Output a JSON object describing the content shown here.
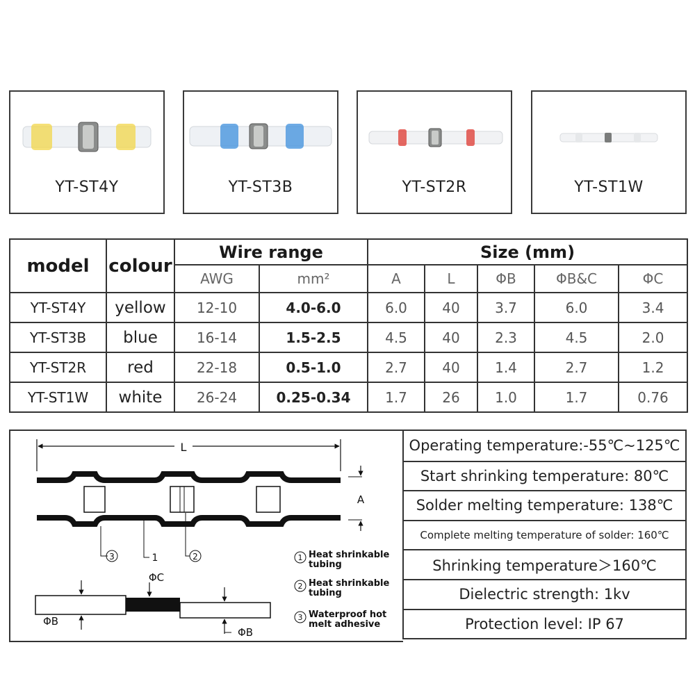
{
  "products": [
    {
      "label": "YT-ST4Y",
      "color": "#f2d64a"
    },
    {
      "label": "YT-ST3B",
      "color": "#3d8fdc"
    },
    {
      "label": "YT-ST2R",
      "color": "#e0443c"
    },
    {
      "label": "YT-ST1W",
      "color": "#cccccc"
    }
  ],
  "table": {
    "headers": {
      "model": "model",
      "colour": "colour",
      "wire_range": "Wire range",
      "size": "Size (mm)",
      "awg": "AWG",
      "mm2": "mm²",
      "a": "A",
      "l": "L",
      "phib": "ΦB",
      "phibc": "ΦB&C",
      "phic": "ΦC"
    },
    "rows": [
      {
        "model": "YT-ST4Y",
        "colour": "yellow",
        "awg": "12-10",
        "mm2": "4.0-6.0",
        "a": "6.0",
        "l": "40",
        "phib": "3.7",
        "phibc": "6.0",
        "phic": "3.4"
      },
      {
        "model": "YT-ST3B",
        "colour": "blue",
        "awg": "16-14",
        "mm2": "1.5-2.5",
        "a": "4.5",
        "l": "40",
        "phib": "2.3",
        "phibc": "4.5",
        "phic": "2.0"
      },
      {
        "model": "YT-ST2R",
        "colour": "red",
        "awg": "22-18",
        "mm2": "0.5-1.0",
        "a": "2.7",
        "l": "40",
        "phib": "1.4",
        "phibc": "2.7",
        "phic": "1.2"
      },
      {
        "model": "YT-ST1W",
        "colour": "white",
        "awg": "26-24",
        "mm2": "0.25-0.34",
        "a": "1.7",
        "l": "26",
        "phib": "1.0",
        "phibc": "1.7",
        "phic": "0.76"
      }
    ]
  },
  "diagram": {
    "dim_l": "L",
    "dim_a": "A",
    "callout_1": "1",
    "callout_2": "2",
    "callout_3": "3",
    "phi_c": "ΦC",
    "phi_b_left": "ΦB",
    "phi_b_right": "ΦB",
    "legend": [
      {
        "num": "1",
        "line1": "Heat shrinkable",
        "line2": "tubing"
      },
      {
        "num": "2",
        "line1": "Heat shrinkable",
        "line2": "tubing"
      },
      {
        "num": "3",
        "line1": "Waterproof hot",
        "line2": "melt adhesive"
      }
    ]
  },
  "properties": [
    "Operating temperature:-55℃~125℃",
    "Start shrinking temperature: 80℃",
    "Solder melting temperature: 138℃",
    "Complete melting temperature of solder: 160℃",
    "Shrinking temperature＞160℃",
    "Dielectric strength: 1kv",
    "Protection level: IP 67"
  ]
}
